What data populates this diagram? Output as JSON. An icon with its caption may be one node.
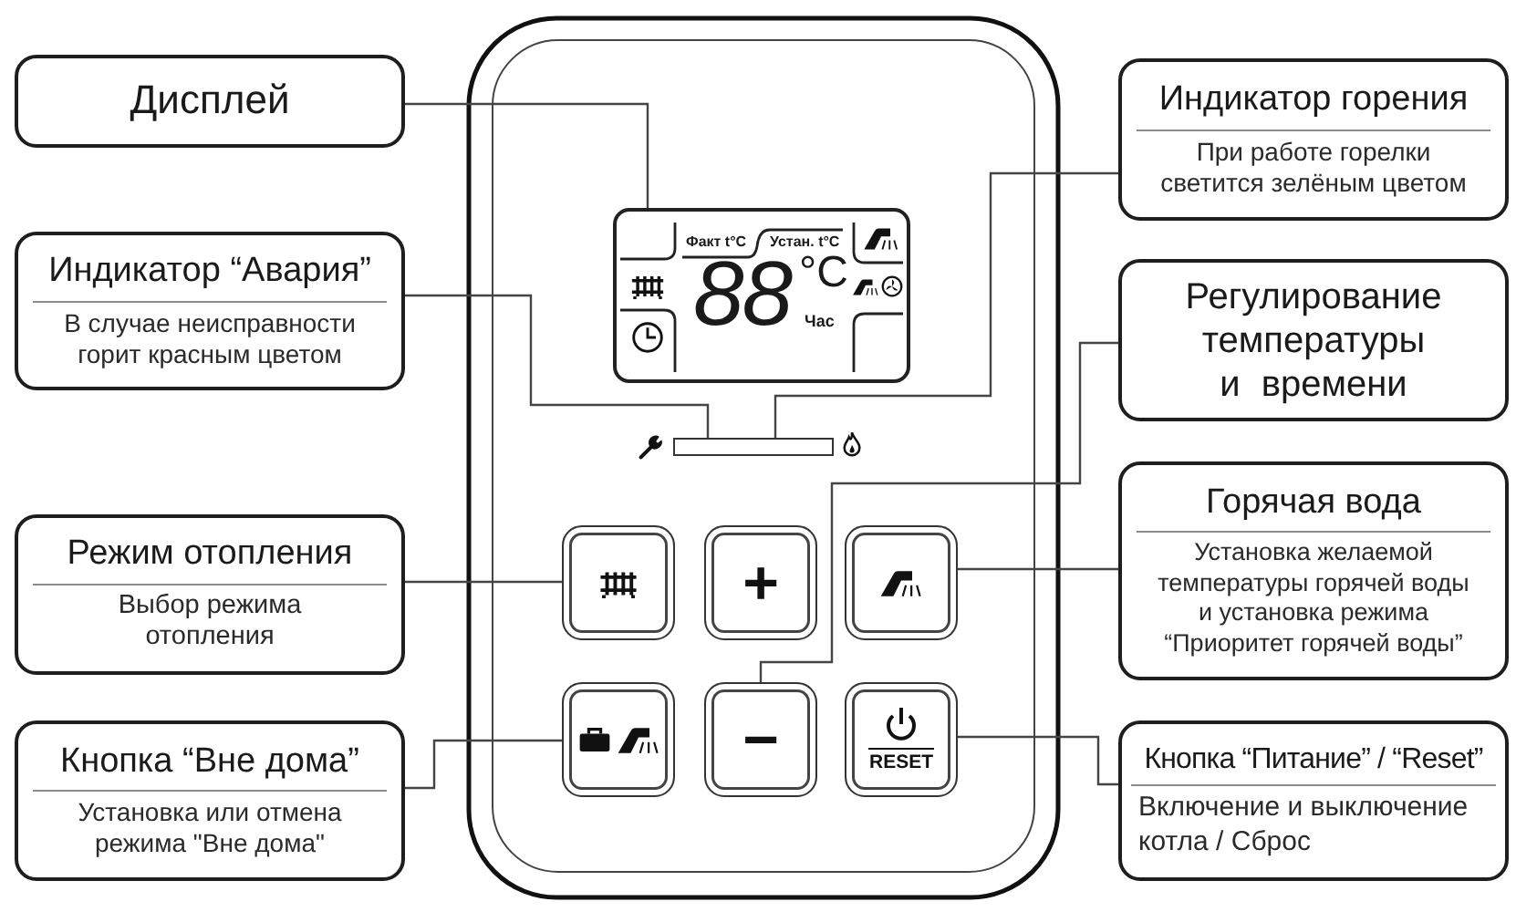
{
  "diagram": {
    "nodes": [
      {
        "text": [
          "Дисплей"
        ]
      },
      {
        "text": [
          "Индикатор “Авария”",
          "В случае неисправности горит красным цветом"
        ]
      },
      {
        "text": [
          "Режим отопления",
          "Выбор режима отопления"
        ]
      },
      {
        "text": [
          "Кнопка “Вне дома”",
          "Установка или отмена режима \"Вне дома\""
        ]
      },
      {
        "text": [
          "Индикатор горения",
          "При работе горелки светится зелёным цветом"
        ]
      },
      {
        "text": [
          "Регулирование температуры и времени"
        ]
      },
      {
        "text": [
          "Горячая вода",
          "Установка желаемой температуры горячей воды и установка режима “Приоритет горячей воды”"
        ]
      },
      {
        "text": [
          "Кнопка “Питание” / “Reset”",
          "Включение и выключение котла / Сброс"
        ]
      },
      {
        "text": [
          "Факт t°C",
          "Устан. t°C",
          "88",
          "°C",
          "Час"
        ]
      },
      {
        "text": [],
        "shape": "bar"
      },
      {
        "text": [],
        "shape": "box"
      },
      {
        "text": [
          "+"
        ]
      },
      {
        "text": [],
        "shape": "box"
      },
      {
        "text": [],
        "shape": "box"
      },
      {
        "text": [
          "−"
        ]
      },
      {
        "text": [
          "RESET"
        ]
      }
    ],
    "edges": [
      {
        "from": 0,
        "to": 8,
        "arrow": "none"
      },
      {
        "from": 1,
        "to": 9,
        "arrow": "none"
      },
      {
        "from": 2,
        "to": 10,
        "arrow": "none"
      },
      {
        "from": 3,
        "to": 13,
        "arrow": "none"
      },
      {
        "from": 4,
        "to": 9,
        "arrow": "none"
      },
      {
        "from": 5,
        "to": 14,
        "arrow": "none"
      },
      {
        "from": 6,
        "to": 12,
        "arrow": "none"
      },
      {
        "from": 7,
        "to": 15,
        "arrow": "none"
      }
    ]
  }
}
